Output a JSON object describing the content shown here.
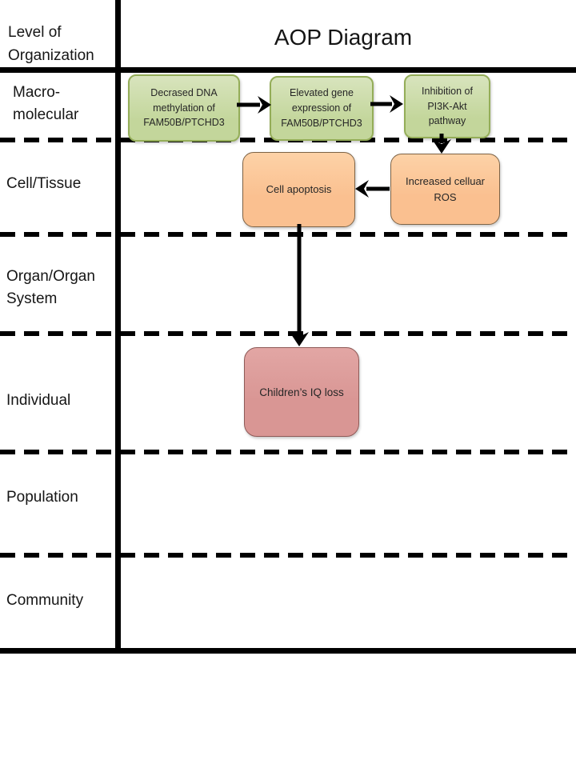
{
  "header": {
    "level_column_title": "Level of\nOrganization",
    "diagram_title": "AOP Diagram"
  },
  "levels": [
    {
      "label": "Macro-\nmolecular"
    },
    {
      "label": "Cell/Tissue"
    },
    {
      "label": "Organ/Organ\nSystem"
    },
    {
      "label": "Individual"
    },
    {
      "label": "Population"
    },
    {
      "label": "Community"
    }
  ],
  "nodes": {
    "decreased_dna_methylation": {
      "label": "Decrased DNA\nmethylation of\nFAM50B/PTCHD3",
      "level": "Macro-molecular",
      "fill": "#c3d69b"
    },
    "elevated_gene_expression": {
      "label": "Elevated gene\nexpression of\nFAM50B/PTCHD3",
      "level": "Macro-molecular",
      "fill": "#c3d69b"
    },
    "pi3k_akt_inhibition": {
      "label": "Inhibition of\nPI3K-Akt\npathway",
      "level": "Macro-molecular",
      "fill": "#c3d69b"
    },
    "increased_cellular_ros": {
      "label": "Increased celluar\nROS",
      "level": "Cell/Tissue",
      "fill": "#fac090"
    },
    "cell_apoptosis": {
      "label": "Cell apoptosis",
      "level": "Cell/Tissue",
      "fill": "#fac090"
    },
    "childrens_iq_loss": {
      "label": "Children’s IQ loss",
      "level": "Individual",
      "fill": "#d99694"
    }
  },
  "edges": [
    {
      "from": "Decrased DNA methylation of FAM50B/PTCHD3",
      "to": "Elevated gene expression of FAM50B/PTCHD3"
    },
    {
      "from": "Elevated gene expression of FAM50B/PTCHD3",
      "to": "Inhibition of PI3K-Akt pathway"
    },
    {
      "from": "Inhibition of PI3K-Akt pathway",
      "to": "Increased celluar ROS"
    },
    {
      "from": "Increased celluar ROS",
      "to": "Cell apoptosis"
    },
    {
      "from": "Cell apoptosis",
      "to": "Children’s IQ loss"
    }
  ],
  "colors": {
    "node_green": "#c3d69b",
    "node_green_border": "#94ad58",
    "node_orange": "#fac090",
    "node_orange_border": "#7d6346",
    "node_pink": "#d99694",
    "node_pink_border": "#8e5a57",
    "lines": "#000000",
    "background": "#ffffff"
  }
}
